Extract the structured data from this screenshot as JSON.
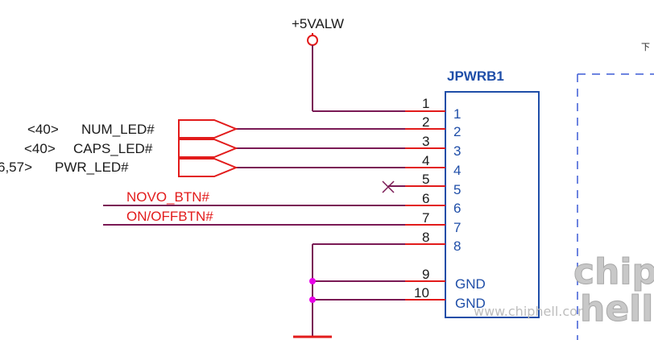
{
  "power_rail": {
    "label": "+5VALW"
  },
  "connector": {
    "ref": "JPWRB1",
    "pins": [
      {
        "num": "1",
        "inside": "1"
      },
      {
        "num": "2",
        "inside": "2"
      },
      {
        "num": "3",
        "inside": "3"
      },
      {
        "num": "4",
        "inside": "4"
      },
      {
        "num": "5",
        "inside": "5"
      },
      {
        "num": "6",
        "inside": "6"
      },
      {
        "num": "7",
        "inside": "7"
      },
      {
        "num": "8",
        "inside": "8"
      },
      {
        "num": "9",
        "inside": "GND"
      },
      {
        "num": "10",
        "inside": "GND"
      }
    ]
  },
  "offpage_nets": [
    {
      "ref": "<40>",
      "name": "NUM_LED#"
    },
    {
      "ref": "<40>",
      "name": "CAPS_LED#"
    },
    {
      "ref": "6,57>",
      "name": "PWR_LED#"
    }
  ],
  "local_nets": [
    {
      "name": "NOVO_BTN#"
    },
    {
      "name": "ON/OFFBTN#"
    }
  ],
  "corner_text": "下",
  "watermark": {
    "text": "www.chiphell.com",
    "logo_top": "chip",
    "logo_bottom": "hell"
  },
  "colors": {
    "wire": "#7a1a55",
    "red": "#e21b1b",
    "blue": "#1f4ea8",
    "junction": "#e800e8",
    "frame": "#3d5bd6"
  }
}
